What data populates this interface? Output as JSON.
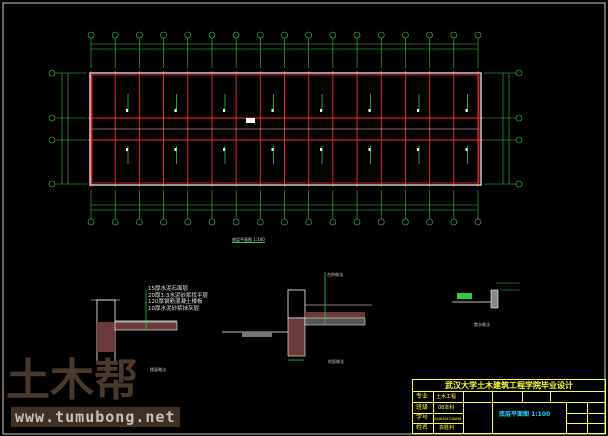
{
  "plan": {
    "caption": "底层平面图 1:100",
    "column_count": 17,
    "axis_rows": 4
  },
  "details": {
    "floor_layers": [
      "15厚水泥石面层",
      "20厚1:3水泥砂浆找平层",
      "120厚钢筋混凝土楼板",
      "10厚水泥砂浆抹灰层"
    ],
    "floor_caption": "楼面做法",
    "ground_caption": "地面做法",
    "step_caption": "散水做法",
    "ramp_caption": "台阶做法"
  },
  "watermark": {
    "logo": "土木帮",
    "url": "www.tumubong.net"
  },
  "title_block": {
    "title": "武汉大学土木建筑工程学院毕业设计",
    "rows": [
      {
        "label": "专业",
        "value": "土木工程"
      },
      {
        "label": "班级",
        "value": "08本科"
      },
      {
        "label": "学号",
        "value": "2008301530056"
      },
      {
        "label": "姓名",
        "value": "袁胜利"
      }
    ],
    "drawing_name": "底层平面图  1:100"
  },
  "colors": {
    "axis": "#2ecc40",
    "wall": "#ff2a2a",
    "outline": "#d8d8d8",
    "text": "#ffff3c",
    "cyan": "#27d8ff"
  }
}
